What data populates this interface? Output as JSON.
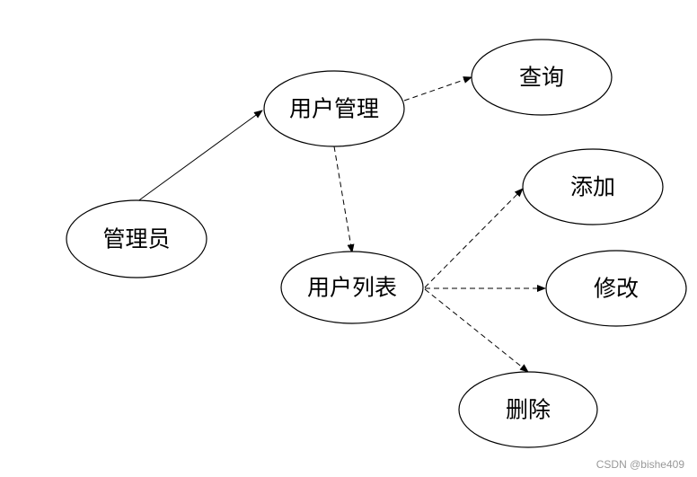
{
  "diagram": {
    "nodes": {
      "admin": "管理员",
      "user_mgmt": "用户管理",
      "query": "查询",
      "user_list": "用户列表",
      "add": "添加",
      "edit": "修改",
      "delete": "删除"
    },
    "edges": [
      {
        "from": "admin",
        "to": "user_mgmt",
        "style": "solid"
      },
      {
        "from": "user_mgmt",
        "to": "query",
        "style": "dashed"
      },
      {
        "from": "user_mgmt",
        "to": "user_list",
        "style": "dashed"
      },
      {
        "from": "user_list",
        "to": "add",
        "style": "dashed"
      },
      {
        "from": "user_list",
        "to": "edit",
        "style": "dashed"
      },
      {
        "from": "user_list",
        "to": "delete",
        "style": "dashed"
      }
    ]
  },
  "watermark": "CSDN @bishe409"
}
